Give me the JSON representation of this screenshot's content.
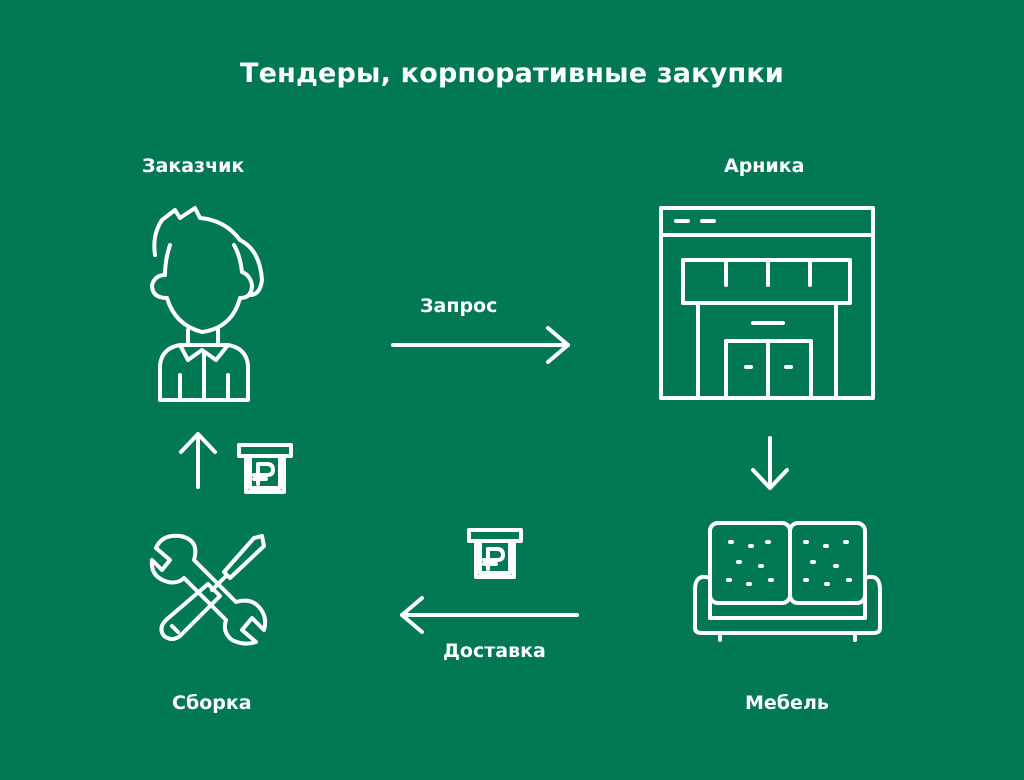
{
  "title": "Тендеры, корпоративные закупки",
  "nodes": {
    "customer": "Заказчик",
    "arnika": "Арника",
    "furniture": "Мебель",
    "assembly": "Сборка"
  },
  "edges": {
    "request": "Запрос",
    "delivery": "Доставка"
  },
  "icons": {
    "customer": "person-icon",
    "arnika": "store-window-icon",
    "furniture": "sofa-icon",
    "assembly": "wrench-screwdriver-icon",
    "payment": "ruble-banknote-icon"
  }
}
